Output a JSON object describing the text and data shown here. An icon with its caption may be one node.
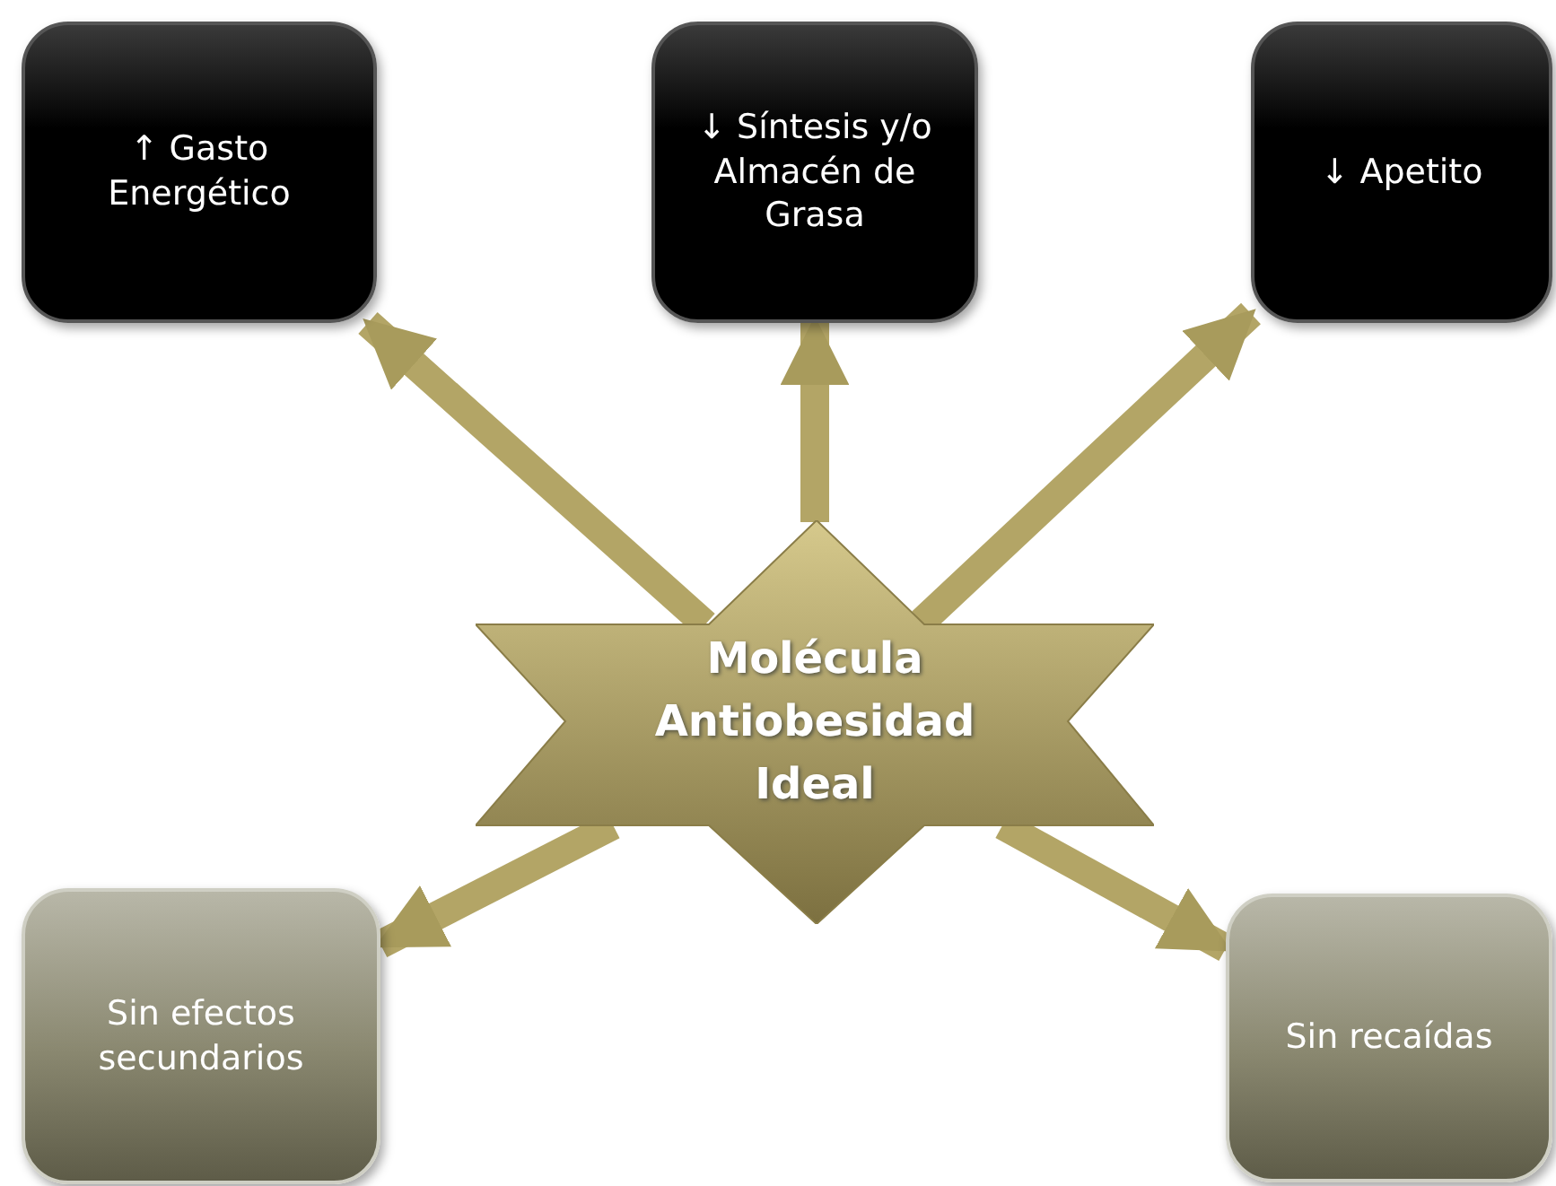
{
  "diagram": {
    "nodes": [
      {
        "text": [
          "↑ Gasto Energético"
        ]
      },
      {
        "text": [
          "↓ Síntesis y/o Almacén de Grasa"
        ]
      },
      {
        "text": [
          "↓ Apetito"
        ]
      },
      {
        "text": [
          "Molécula Antiobesidad Ideal"
        ]
      },
      {
        "text": [
          "Sin efectos secundarios"
        ]
      },
      {
        "text": [
          "Sin recaídas"
        ]
      }
    ],
    "edges": [
      {
        "from": 3,
        "to": 0,
        "arrow": "to"
      },
      {
        "from": 3,
        "to": 1,
        "arrow": "to"
      },
      {
        "from": 3,
        "to": 2,
        "arrow": "to"
      },
      {
        "from": 3,
        "to": 4,
        "arrow": "to"
      },
      {
        "from": 3,
        "to": 5,
        "arrow": "to"
      }
    ]
  }
}
